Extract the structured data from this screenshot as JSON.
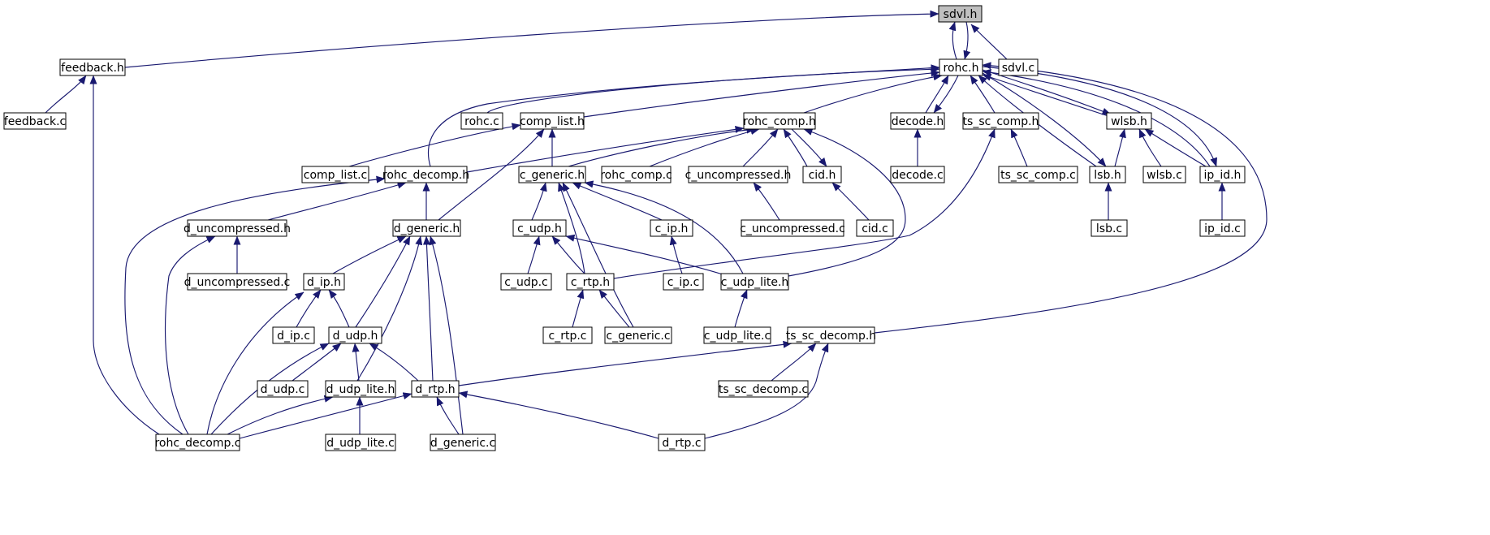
{
  "diagram": {
    "type": "include-dependency-graph",
    "edge_color": "#191970",
    "root_fill": "#bfbfbf",
    "nodes": [
      {
        "id": "sdvl_h",
        "label": "sdvl.h"
      },
      {
        "id": "feedback_h",
        "label": "feedback.h"
      },
      {
        "id": "rohc_h",
        "label": "rohc.h"
      },
      {
        "id": "sdvl_c",
        "label": "sdvl.c"
      },
      {
        "id": "feedback_c",
        "label": "feedback.c"
      },
      {
        "id": "rohc_c",
        "label": "rohc.c"
      },
      {
        "id": "comp_list_h",
        "label": "comp_list.h"
      },
      {
        "id": "rohc_comp_h",
        "label": "rohc_comp.h"
      },
      {
        "id": "decode_h",
        "label": "decode.h"
      },
      {
        "id": "ts_sc_comp_h",
        "label": "ts_sc_comp.h"
      },
      {
        "id": "wlsb_h",
        "label": "wlsb.h"
      },
      {
        "id": "comp_list_c",
        "label": "comp_list.c"
      },
      {
        "id": "rohc_decomp_h",
        "label": "rohc_decomp.h"
      },
      {
        "id": "c_generic_h",
        "label": "c_generic.h"
      },
      {
        "id": "rohc_comp_c",
        "label": "rohc_comp.c"
      },
      {
        "id": "c_uncompressed_h",
        "label": "c_uncompressed.h"
      },
      {
        "id": "cid_h",
        "label": "cid.h"
      },
      {
        "id": "decode_c",
        "label": "decode.c"
      },
      {
        "id": "ts_sc_comp_c",
        "label": "ts_sc_comp.c"
      },
      {
        "id": "lsb_h",
        "label": "lsb.h"
      },
      {
        "id": "wlsb_c",
        "label": "wlsb.c"
      },
      {
        "id": "ip_id_h",
        "label": "ip_id.h"
      },
      {
        "id": "d_uncompressed_h",
        "label": "d_uncompressed.h"
      },
      {
        "id": "d_generic_h",
        "label": "d_generic.h"
      },
      {
        "id": "c_udp_h",
        "label": "c_udp.h"
      },
      {
        "id": "c_ip_h",
        "label": "c_ip.h"
      },
      {
        "id": "c_uncompressed_c",
        "label": "c_uncompressed.c"
      },
      {
        "id": "cid_c",
        "label": "cid.c"
      },
      {
        "id": "lsb_c",
        "label": "lsb.c"
      },
      {
        "id": "ip_id_c",
        "label": "ip_id.c"
      },
      {
        "id": "d_uncompressed_c",
        "label": "d_uncompressed.c"
      },
      {
        "id": "d_ip_h",
        "label": "d_ip.h"
      },
      {
        "id": "c_udp_c",
        "label": "c_udp.c"
      },
      {
        "id": "c_rtp_h",
        "label": "c_rtp.h"
      },
      {
        "id": "c_ip_c",
        "label": "c_ip.c"
      },
      {
        "id": "c_udp_lite_h",
        "label": "c_udp_lite.h"
      },
      {
        "id": "d_ip_c",
        "label": "d_ip.c"
      },
      {
        "id": "d_udp_h",
        "label": "d_udp.h"
      },
      {
        "id": "c_rtp_c",
        "label": "c_rtp.c"
      },
      {
        "id": "c_generic_c",
        "label": "c_generic.c"
      },
      {
        "id": "c_udp_lite_c",
        "label": "c_udp_lite.c"
      },
      {
        "id": "ts_sc_decomp_h",
        "label": "ts_sc_decomp.h"
      },
      {
        "id": "d_udp_c",
        "label": "d_udp.c"
      },
      {
        "id": "d_udp_lite_h",
        "label": "d_udp_lite.h"
      },
      {
        "id": "d_rtp_h",
        "label": "d_rtp.h"
      },
      {
        "id": "ts_sc_decomp_c",
        "label": "ts_sc_decomp.c"
      },
      {
        "id": "rohc_decomp_c",
        "label": "rohc_decomp.c"
      },
      {
        "id": "d_udp_lite_c",
        "label": "d_udp_lite.c"
      },
      {
        "id": "d_generic_c",
        "label": "d_generic.c"
      },
      {
        "id": "d_rtp_c",
        "label": "d_rtp.c"
      }
    ],
    "edges": [
      {
        "from": "feedback_h",
        "to": "sdvl_h"
      },
      {
        "from": "rohc_h",
        "to": "sdvl_h"
      },
      {
        "from": "sdvl_c",
        "to": "sdvl_h"
      },
      {
        "from": "sdvl_h",
        "to": "rohc_h"
      },
      {
        "from": "feedback_c",
        "to": "feedback_h"
      },
      {
        "from": "rohc_decomp_c",
        "to": "feedback_h"
      },
      {
        "from": "rohc_c",
        "to": "rohc_h"
      },
      {
        "from": "comp_list_h",
        "to": "rohc_h"
      },
      {
        "from": "rohc_comp_h",
        "to": "rohc_h"
      },
      {
        "from": "decode_h",
        "to": "rohc_h"
      },
      {
        "from": "rohc_h",
        "to": "decode_h"
      },
      {
        "from": "ts_sc_comp_h",
        "to": "rohc_h"
      },
      {
        "from": "wlsb_h",
        "to": "rohc_h"
      },
      {
        "from": "rohc_h",
        "to": "wlsb_h"
      },
      {
        "from": "lsb_h",
        "to": "rohc_h"
      },
      {
        "from": "rohc_h",
        "to": "lsb_h"
      },
      {
        "from": "ip_id_h",
        "to": "rohc_h"
      },
      {
        "from": "rohc_h",
        "to": "ip_id_h"
      },
      {
        "from": "rohc_decomp_h",
        "to": "rohc_h"
      },
      {
        "from": "ts_sc_decomp_h",
        "to": "rohc_h"
      },
      {
        "from": "comp_list_c",
        "to": "comp_list_h"
      },
      {
        "from": "c_generic_h",
        "to": "comp_list_h"
      },
      {
        "from": "d_generic_h",
        "to": "comp_list_h"
      },
      {
        "from": "rohc_decomp_h",
        "to": "rohc_comp_h"
      },
      {
        "from": "c_generic_h",
        "to": "rohc_comp_h"
      },
      {
        "from": "rohc_comp_c",
        "to": "rohc_comp_h"
      },
      {
        "from": "c_uncompressed_h",
        "to": "rohc_comp_h"
      },
      {
        "from": "cid_h",
        "to": "rohc_comp_h"
      },
      {
        "from": "rohc_comp_h",
        "to": "cid_h"
      },
      {
        "from": "c_udp_lite_h",
        "to": "rohc_comp_h"
      },
      {
        "from": "decode_c",
        "to": "decode_h"
      },
      {
        "from": "ts_sc_comp_c",
        "to": "ts_sc_comp_h"
      },
      {
        "from": "c_rtp_h",
        "to": "ts_sc_comp_h"
      },
      {
        "from": "lsb_h",
        "to": "wlsb_h"
      },
      {
        "from": "wlsb_c",
        "to": "wlsb_h"
      },
      {
        "from": "ip_id_h",
        "to": "wlsb_h"
      },
      {
        "from": "d_uncompressed_h",
        "to": "rohc_decomp_h"
      },
      {
        "from": "d_generic_h",
        "to": "rohc_decomp_h"
      },
      {
        "from": "rohc_decomp_c",
        "to": "rohc_decomp_h"
      },
      {
        "from": "c_udp_h",
        "to": "c_generic_h"
      },
      {
        "from": "c_ip_h",
        "to": "c_generic_h"
      },
      {
        "from": "c_rtp_h",
        "to": "c_generic_h"
      },
      {
        "from": "c_generic_c",
        "to": "c_generic_h"
      },
      {
        "from": "c_udp_lite_h",
        "to": "c_generic_h"
      },
      {
        "from": "c_uncompressed_c",
        "to": "c_uncompressed_h"
      },
      {
        "from": "cid_c",
        "to": "cid_h"
      },
      {
        "from": "lsb_c",
        "to": "lsb_h"
      },
      {
        "from": "ip_id_c",
        "to": "ip_id_h"
      },
      {
        "from": "d_uncompressed_c",
        "to": "d_uncompressed_h"
      },
      {
        "from": "rohc_decomp_c",
        "to": "d_uncompressed_h"
      },
      {
        "from": "d_ip_h",
        "to": "d_generic_h"
      },
      {
        "from": "d_udp_h",
        "to": "d_generic_h"
      },
      {
        "from": "d_udp_lite_h",
        "to": "d_generic_h"
      },
      {
        "from": "d_rtp_h",
        "to": "d_generic_h"
      },
      {
        "from": "d_generic_c",
        "to": "d_generic_h"
      },
      {
        "from": "c_udp_c",
        "to": "c_udp_h"
      },
      {
        "from": "c_rtp_h",
        "to": "c_udp_h"
      },
      {
        "from": "c_udp_lite_h",
        "to": "c_udp_h"
      },
      {
        "from": "c_ip_c",
        "to": "c_ip_h"
      },
      {
        "from": "d_ip_c",
        "to": "d_ip_h"
      },
      {
        "from": "d_udp_h",
        "to": "d_ip_h"
      },
      {
        "from": "rohc_decomp_c",
        "to": "d_ip_h"
      },
      {
        "from": "c_rtp_c",
        "to": "c_rtp_h"
      },
      {
        "from": "c_generic_c",
        "to": "c_rtp_h"
      },
      {
        "from": "c_udp_lite_c",
        "to": "c_udp_lite_h"
      },
      {
        "from": "d_udp_c",
        "to": "d_udp_h"
      },
      {
        "from": "d_udp_lite_h",
        "to": "d_udp_h"
      },
      {
        "from": "d_rtp_h",
        "to": "d_udp_h"
      },
      {
        "from": "rohc_decomp_c",
        "to": "d_udp_h"
      },
      {
        "from": "d_rtp_h",
        "to": "ts_sc_decomp_h"
      },
      {
        "from": "ts_sc_decomp_c",
        "to": "ts_sc_decomp_h"
      },
      {
        "from": "d_rtp_c",
        "to": "ts_sc_decomp_h"
      },
      {
        "from": "rohc_decomp_c",
        "to": "d_udp_lite_h"
      },
      {
        "from": "d_udp_lite_c",
        "to": "d_udp_lite_h"
      },
      {
        "from": "rohc_decomp_c",
        "to": "d_rtp_h"
      },
      {
        "from": "d_generic_c",
        "to": "d_rtp_h"
      },
      {
        "from": "d_rtp_c",
        "to": "d_rtp_h"
      }
    ]
  }
}
